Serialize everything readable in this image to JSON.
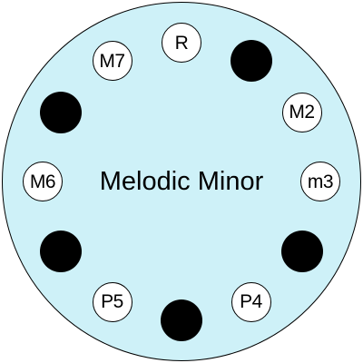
{
  "diagram": {
    "title": "Melodic Minor",
    "colors": {
      "disc_fill": "#cef1f8",
      "stroke": "#000000",
      "note_fill": "#ffffff",
      "omitted_fill": "#000000"
    },
    "positions": [
      {
        "label": "R",
        "in_scale": true
      },
      {
        "label": "",
        "in_scale": false
      },
      {
        "label": "M2",
        "in_scale": true
      },
      {
        "label": "m3",
        "in_scale": true
      },
      {
        "label": "",
        "in_scale": false
      },
      {
        "label": "P4",
        "in_scale": true
      },
      {
        "label": "",
        "in_scale": false
      },
      {
        "label": "P5",
        "in_scale": true
      },
      {
        "label": "",
        "in_scale": false
      },
      {
        "label": "M6",
        "in_scale": true
      },
      {
        "label": "",
        "in_scale": false
      },
      {
        "label": "M7",
        "in_scale": true
      }
    ]
  }
}
